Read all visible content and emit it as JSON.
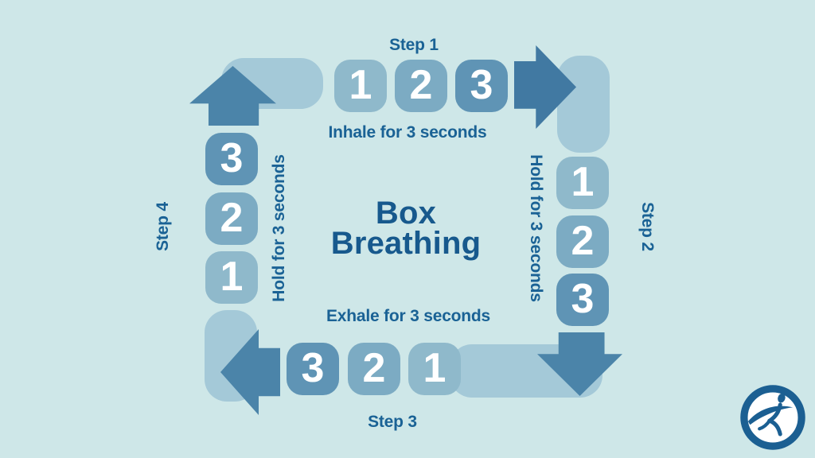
{
  "title": {
    "line1": "Box",
    "line2": "Breathing"
  },
  "steps": [
    {
      "label": "Step 1",
      "instruction": "Inhale for 3 seconds",
      "counts": [
        "1",
        "2",
        "3"
      ]
    },
    {
      "label": "Step 2",
      "instruction": "Hold for 3 seconds",
      "counts": [
        "1",
        "2",
        "3"
      ]
    },
    {
      "label": "Step 3",
      "instruction": "Exhale for 3 seconds",
      "counts": [
        "3",
        "2",
        "1"
      ]
    },
    {
      "label": "Step 4",
      "instruction": "Hold for 3 seconds",
      "counts": [
        "3",
        "2",
        "1"
      ]
    }
  ],
  "icons": [
    "arrow-up-icon",
    "arrow-right-icon",
    "arrow-down-icon",
    "arrow-left-icon",
    "fitness-figure-logo"
  ],
  "colors": {
    "background": "#CEE7E8",
    "track": "#A4C9D8",
    "tile_light": "#8FB9CB",
    "tile_mid": "#7CABC3",
    "tile_dark": "#5F94B5",
    "arrow": "#4B84A9",
    "arrow_right": "#4179A2",
    "label_text": "#1A6295",
    "title_text": "#17598D",
    "logo": "#1B5F92",
    "number_text": "#FFFFFF"
  }
}
